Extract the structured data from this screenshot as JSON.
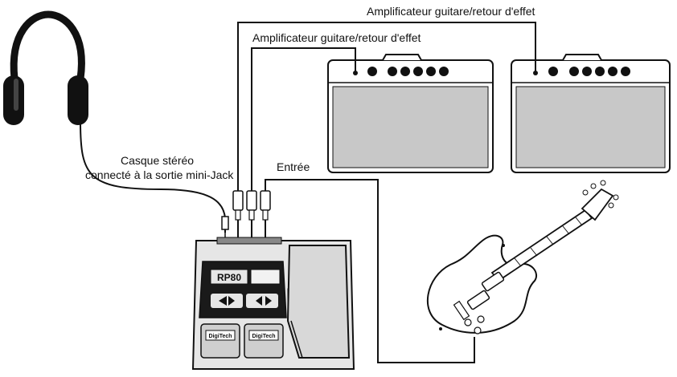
{
  "labels": {
    "amp_right": "Amplificateur guitare/retour d'effet",
    "amp_left": "Amplificateur guitare/retour d'effet",
    "headphones_line1": "Casque stéréo",
    "headphones_line2": "connecté à la sortie mini-Jack",
    "input": "Entrée"
  },
  "pedal": {
    "model": "RP80",
    "brand": "DigiTech"
  },
  "colors": {
    "line": "#111111",
    "amp_grille": "#c8c8c8",
    "amp_body": "#ffffff",
    "pedal_body": "#e6e6e6",
    "pedal_dark": "#1a1a1a",
    "headphone_pad": "#111111"
  }
}
